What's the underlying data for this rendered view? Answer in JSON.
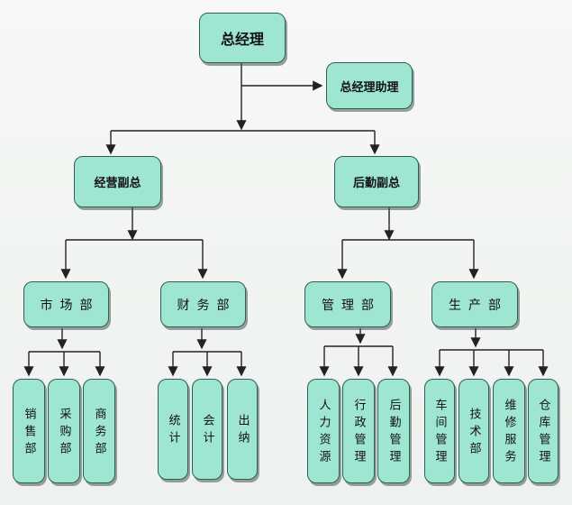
{
  "org_chart": {
    "ceo": "总经理",
    "ceo_assistant": "总经理助理",
    "vp_operations": "经营副总",
    "vp_logistics": "后勤副总",
    "departments": {
      "market": "市场部",
      "finance": "财务部",
      "management": "管理部",
      "production": "生产部"
    },
    "units": {
      "sales": "销售部",
      "purchasing": "采购部",
      "commerce": "商务部",
      "statistics": "统计",
      "accounting": "会计",
      "cashier": "出纳",
      "hr": "人力资源",
      "admin": "行政管理",
      "support": "后勤管理",
      "workshop": "车间管理",
      "technology": "技术部",
      "maintenance": "维修服务",
      "warehouse": "仓库管理"
    }
  },
  "colors": {
    "node_fill": "#9fe6d2",
    "node_border": "#2f5f53",
    "connector": "#222222"
  }
}
